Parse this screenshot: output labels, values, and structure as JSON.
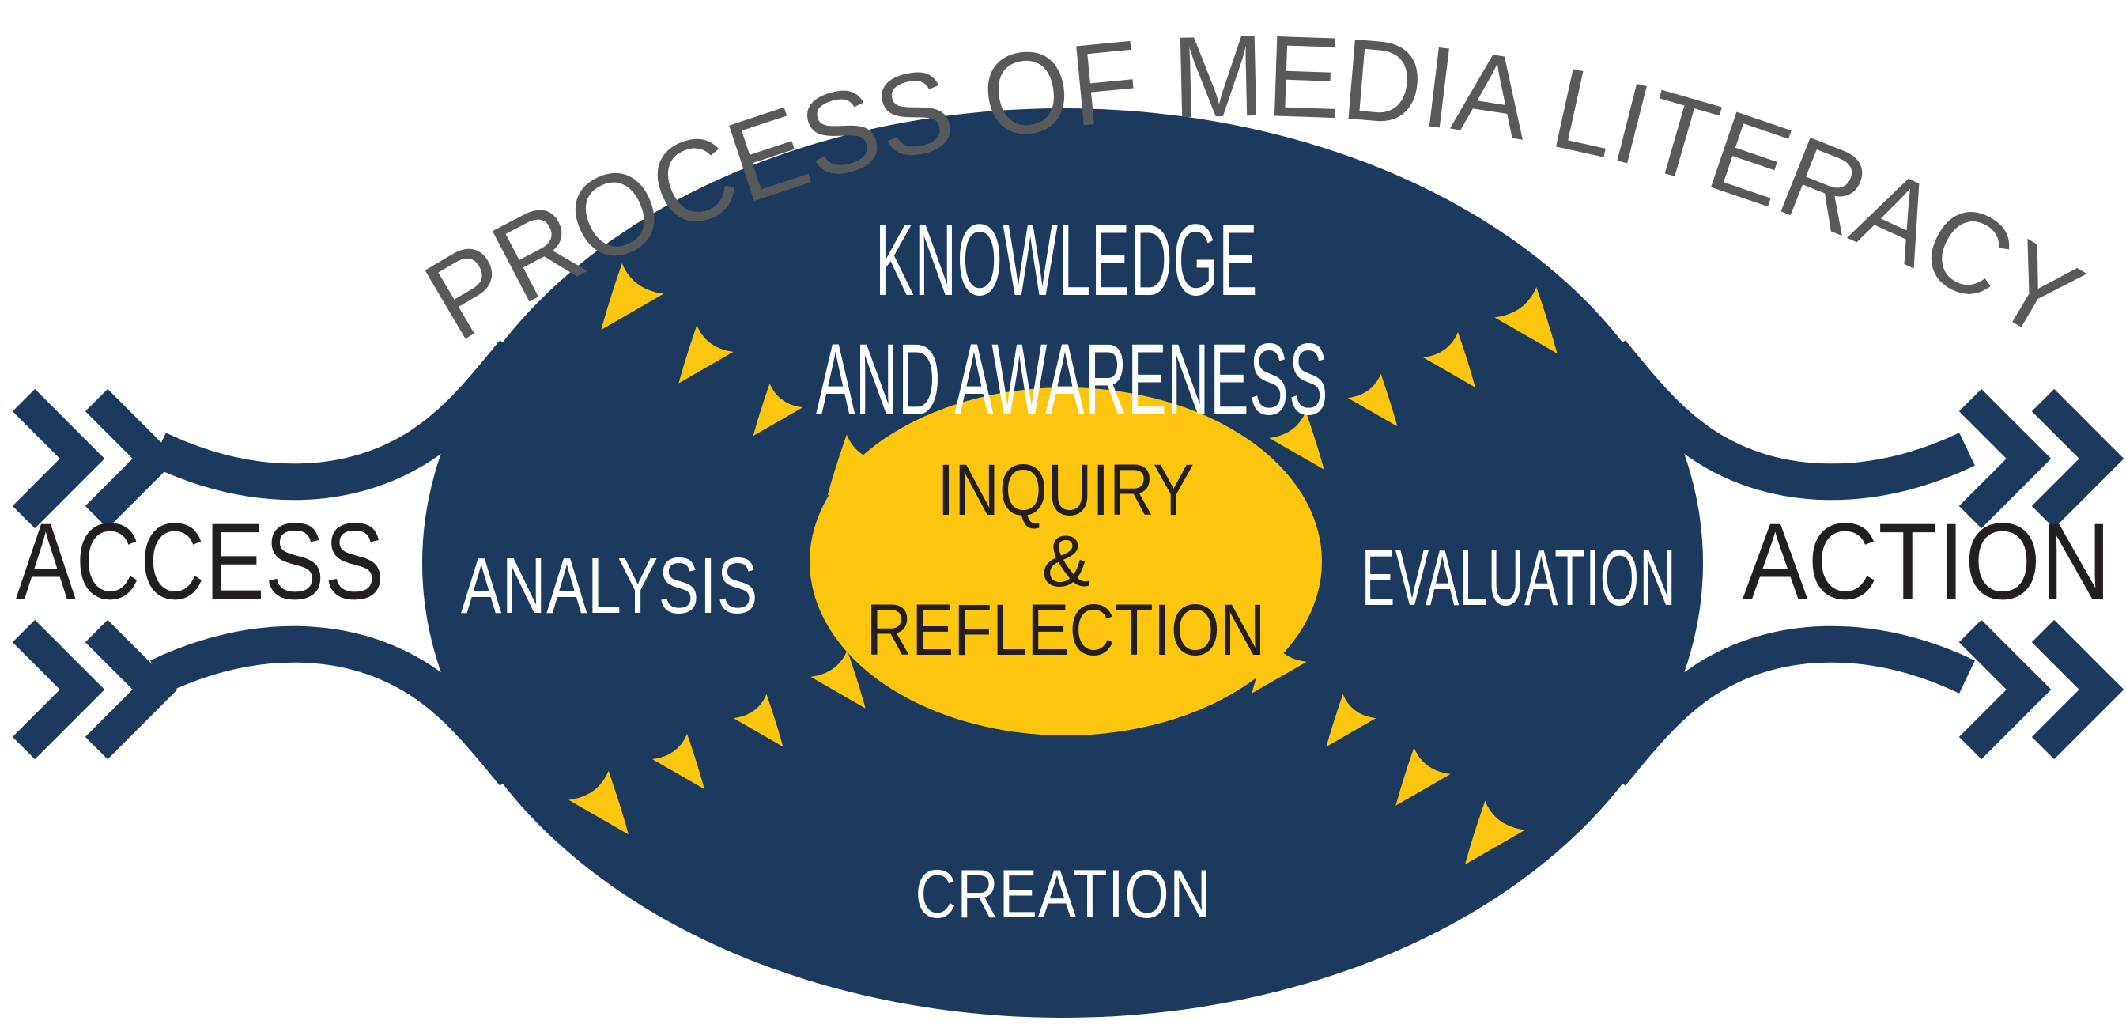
{
  "title": {
    "text": "PROCESS OF MEDIA LITERACY"
  },
  "ellipse_labels": {
    "knowledge_line1": "KNOWLEDGE",
    "knowledge_line2": "AND AWARENESS",
    "analysis": "ANALYSIS",
    "evaluation": "EVALUATION",
    "creation": "CREATION"
  },
  "center": {
    "line1": "INQUIRY",
    "line2": "&",
    "line3": "REFLECTION"
  },
  "sides": {
    "left": "ACCESS",
    "right": "ACTION"
  },
  "colors": {
    "navy": "#1B3A5E",
    "yellow": "#FCC60F",
    "title_gray": "#58595B",
    "dark_text": "#231F20",
    "white": "#FFFFFF",
    "background": "#FFFFFF"
  }
}
